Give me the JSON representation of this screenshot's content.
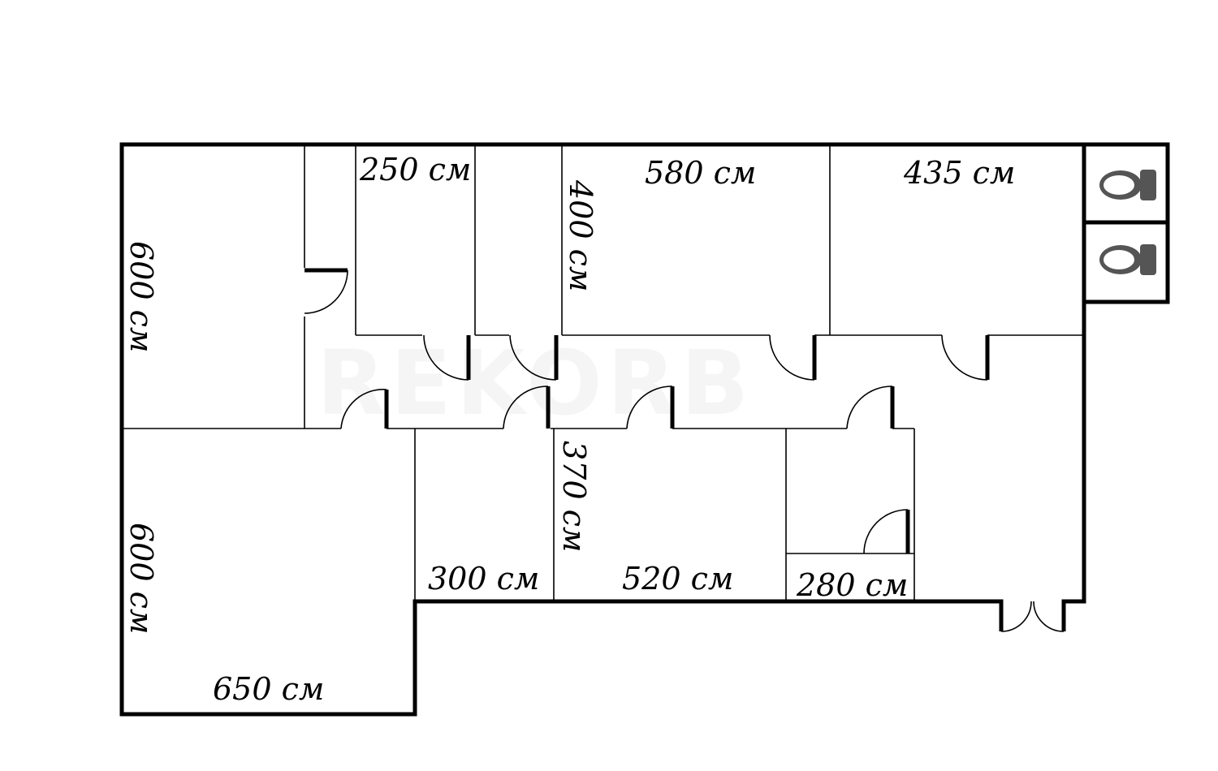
{
  "plan": {
    "watermark": "REKORB",
    "dimensions": {
      "top_left_room_height": "600 см",
      "bottom_left_room_height": "600 см",
      "bottom_left_room_width": "650 см",
      "small_room_width": "250 см",
      "corridor_room_height": "400 см",
      "top_middle_room_width": "580 см",
      "top_right_room_width": "435 см",
      "middle_room_height": "370 см",
      "bottom_room_a_width": "300 см",
      "bottom_room_b_width": "520 см",
      "bottom_room_c_width": "280 см"
    },
    "icons": {
      "wc_top": "toilet-icon",
      "wc_bottom": "toilet-icon"
    }
  }
}
